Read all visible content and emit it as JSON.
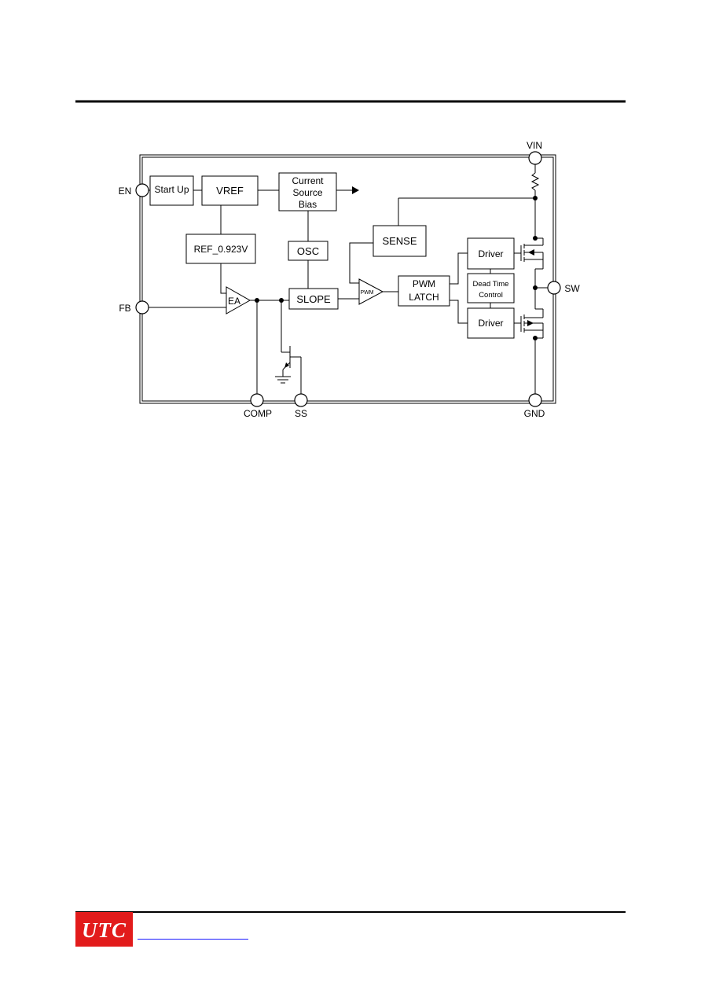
{
  "blocks": {
    "start_up": "Start Up",
    "vref": "VREF",
    "current_source_bias": [
      "Current",
      "Source",
      "Bias"
    ],
    "ref": "REF_0.923V",
    "osc": "OSC",
    "sense": "SENSE",
    "slope": "SLOPE",
    "pwm_latch": [
      "PWM",
      "LATCH"
    ],
    "driver_top": "Driver",
    "driver_bottom": "Driver",
    "dead_time_control": [
      "Dead Time",
      "Control"
    ],
    "ea": "EA",
    "pwm_comparator": "PWM"
  },
  "pins": {
    "vin": "VIN",
    "en": "EN",
    "fb": "FB",
    "sw": "SW",
    "comp": "COMP",
    "ss": "SS",
    "gnd": "GND"
  },
  "footer": {
    "logo": "UTC",
    "link": ""
  },
  "colors": {
    "logo_background": "#e21b1b",
    "link": "#1a1aff"
  }
}
